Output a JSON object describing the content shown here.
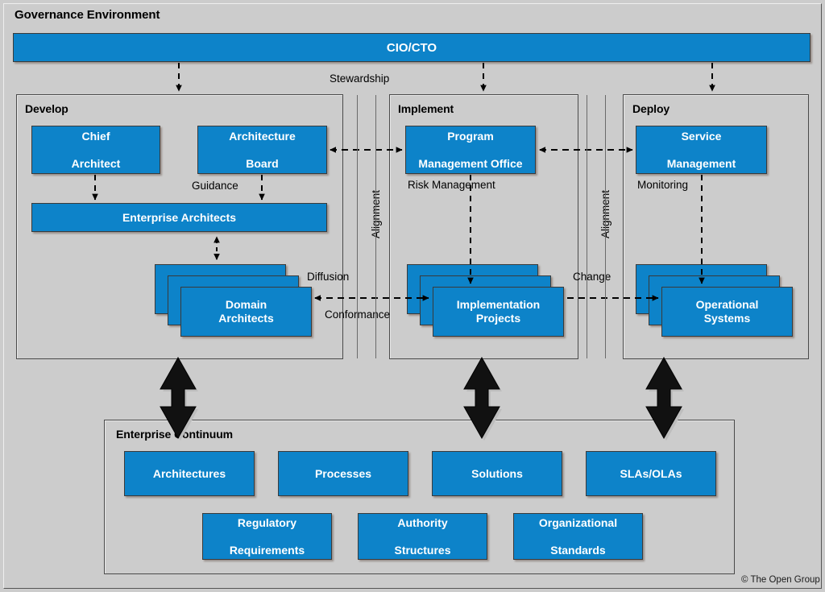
{
  "diagram": {
    "title": "Governance Environment",
    "copyright": "© The Open Group",
    "accent_blue": "#0d83c9",
    "background_gray": "#cccccc",
    "border_gray": "#4a4a4a"
  },
  "top_bar": {
    "label": "CIO/CTO"
  },
  "panels": [
    {
      "key": "develop",
      "title": "Develop"
    },
    {
      "key": "implement",
      "title": "Implement"
    },
    {
      "key": "deploy",
      "title": "Deploy"
    }
  ],
  "nodes": {
    "chief_architect": "Chief\nArchitect",
    "chief_architect_l1": "Chief",
    "chief_architect_l2": "Architect",
    "architecture_board_l1": "Architecture",
    "architecture_board_l2": "Board",
    "enterprise_architects": "Enterprise Architects",
    "domain_architects_l1": "Domain",
    "domain_architects_l2": "Architects",
    "program_management_office_l1": "Program",
    "program_management_office_l2": "Management Office",
    "implementation_projects_l1": "Implementation",
    "implementation_projects_l2": "Projects",
    "service_management_l1": "Service",
    "service_management_l2": "Management",
    "operational_systems_l1": "Operational",
    "operational_systems_l2": "Systems"
  },
  "edge_labels": {
    "stewardship": "Stewardship",
    "guidance": "Guidance",
    "risk_management": "Risk Management",
    "monitoring": "Monitoring",
    "alignment_left": "Alignment",
    "alignment_right": "Alignment",
    "diffusion": "Diffusion",
    "conformance": "Conformance",
    "change": "Change"
  },
  "enterprise_continuum": {
    "title": "Enterprise Continuum",
    "row1": [
      {
        "label": "Architectures"
      },
      {
        "label": "Processes"
      },
      {
        "label": "Solutions"
      },
      {
        "label": "SLAs/OLAs"
      }
    ],
    "row2": [
      {
        "label_l1": "Regulatory",
        "label_l2": "Requirements"
      },
      {
        "label_l1": "Authority",
        "label_l2": "Structures"
      },
      {
        "label_l1": "Organizational",
        "label_l2": "Standards"
      }
    ]
  }
}
